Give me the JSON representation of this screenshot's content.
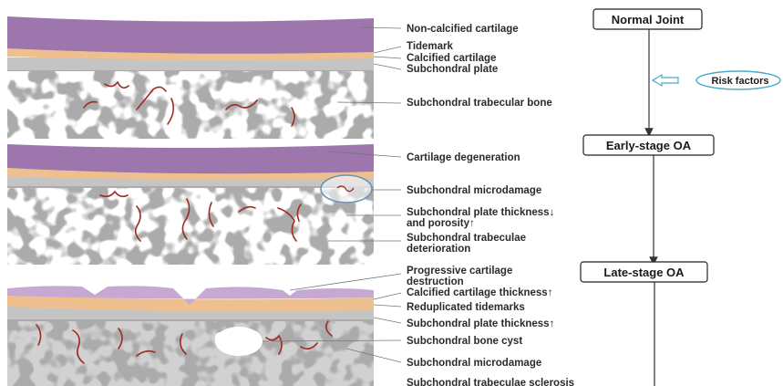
{
  "stages": [
    {
      "label": "Normal Joint"
    },
    {
      "label": "Early-stage OA"
    },
    {
      "label": "Late-stage OA"
    }
  ],
  "risk_factors": "Risk factors",
  "labels": {
    "normal": [
      "Non-calcified cartilage",
      "Tidemark",
      "Calcified cartilage",
      "Subchondral plate",
      "Subchondral trabecular bone"
    ],
    "early": [
      "Cartilage degeneration",
      "Subchondral microdamage",
      [
        "Subchondral plate thickness↓",
        "and porosity↑"
      ],
      [
        "Subchondral trabeculae",
        "deterioration"
      ]
    ],
    "late": [
      [
        "Progressive cartilage",
        "destruction"
      ],
      "Calcified cartilage thickness↑",
      "Reduplicated tidemarks",
      "Subchondral plate thickness↑",
      "Subchondral bone cyst",
      "Subchondral microdamage",
      "Subchondral trabeculae sclerosis"
    ]
  },
  "colors": {
    "cartilage": "#9c76ad",
    "cartilage_light": "#c6a9d2",
    "calcified": "#efc08f",
    "plate": "#c4c4c4",
    "bone": "#ababab",
    "vessel": "#9e2a22",
    "risk_outline": "#4aa8c8",
    "arrow": "#333333"
  }
}
